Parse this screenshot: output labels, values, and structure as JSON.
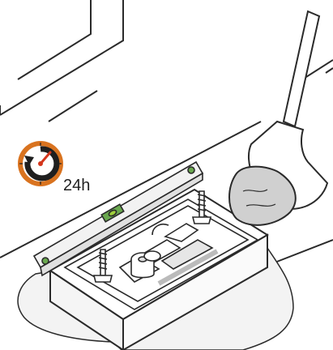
{
  "duration_label": "24h",
  "colors": {
    "line": "#2a2a2a",
    "level_green": "#6aa84f",
    "level_bubble": "#9fd03b",
    "timer_orange": "#d9731f",
    "timer_dark": "#1f1f1f",
    "timer_red": "#d4361c",
    "mortar": "#c9c9c9",
    "board": "#ececec"
  },
  "icons": [
    "clock-timer-icon",
    "spirit-level",
    "shovel",
    "anchor-bolt",
    "pipe-fitting",
    "mortar-bed"
  ]
}
